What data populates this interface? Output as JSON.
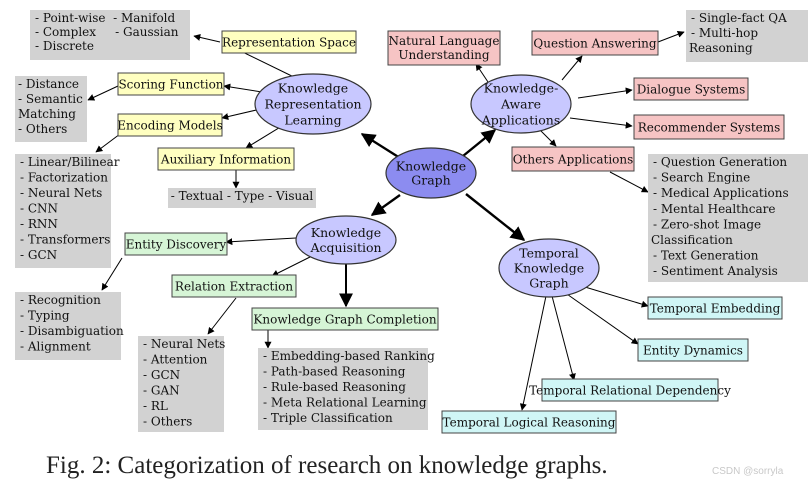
{
  "caption": "Fig. 2: Categorization of research on knowledge graphs.",
  "watermark": "CSDN @sorryla",
  "colors": {
    "yellow": "#ffffc0",
    "red": "#f6c4c4",
    "green": "#d6f5d6",
    "cyan": "#d0f6f6",
    "gray": "#d2d2d2",
    "node": "#c8c8ff",
    "center": "#8c8cf0"
  },
  "nodes": {
    "center": [
      "Knowledge",
      "Graph"
    ],
    "krl": [
      "Knowledge",
      "Representation",
      "Learning"
    ],
    "kaa": [
      "Knowledge-",
      "Aware",
      "Applications"
    ],
    "ka": [
      "Knowledge",
      "Acquisition"
    ],
    "tkg": [
      "Temporal",
      "Knowledge",
      "Graph"
    ]
  },
  "boxes": {
    "rep_space": "Representation Space",
    "scoring": "Scoring Function",
    "encoding": "Encoding Models",
    "auxiliary": "Auxiliary Information",
    "nlu": [
      "Natural Language",
      "Understanding"
    ],
    "qa": "Question Answering",
    "dialogue": "Dialogue Systems",
    "recommender": "Recommender Systems",
    "others_apps": "Others Applications",
    "entity_discovery": "Entity Discovery",
    "relation_extraction": "Relation Extraction",
    "kgc": "Knowledge Graph Completion",
    "temporal_embedding": "Temporal Embedding",
    "entity_dynamics": "Entity Dynamics",
    "temporal_relational": "Temporal Relational Dependency",
    "temporal_logical": "Temporal Logical Reasoning"
  },
  "leaves": {
    "rep_space": [
      "- Point-wise  - Manifold",
      "- Complex     - Gaussian",
      "- Discrete"
    ],
    "scoring": [
      "- Distance",
      "- Semantic",
      "Matching",
      "- Others"
    ],
    "encoding": [
      "- Linear/Bilinear",
      "- Factorization",
      "- Neural Nets",
      "- CNN",
      "- RNN",
      "- Transformers",
      "- GCN"
    ],
    "auxiliary": [
      "- Textual - Type - Visual"
    ],
    "qa": [
      "- Single-fact QA",
      "- Multi-hop",
      "Reasoning"
    ],
    "others_apps": [
      "- Question Generation",
      "- Search Engine",
      "- Medical Applications",
      "- Mental Healthcare",
      "- Zero-shot Image",
      "Classification",
      "- Text Generation",
      "- Sentiment Analysis"
    ],
    "entity_discovery": [
      "- Recognition",
      "- Typing",
      "- Disambiguation",
      "- Alignment"
    ],
    "relation_extraction": [
      "- Neural Nets",
      "- Attention",
      "- GCN",
      "- GAN",
      "- RL",
      "- Others"
    ],
    "kgc": [
      "- Embedding-based Ranking",
      "- Path-based Reasoning",
      "- Rule-based Reasoning",
      "- Meta Relational Learning",
      "- Triple Classification"
    ]
  }
}
